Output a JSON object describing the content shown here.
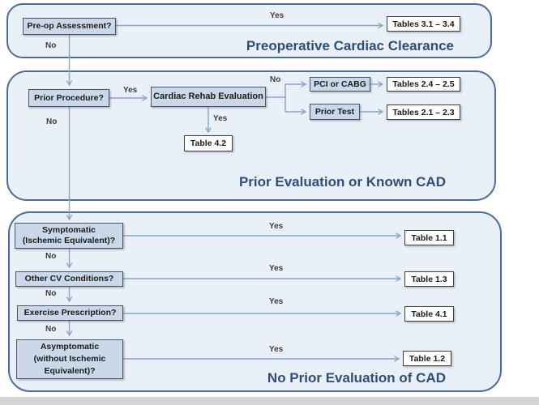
{
  "sections": [
    {
      "title": "Preoperative Cardiac Clearance"
    },
    {
      "title": "Prior Evaluation or Known CAD"
    },
    {
      "title": "No Prior Evaluation of CAD"
    }
  ],
  "labels": {
    "yes": "Yes",
    "no": "No"
  },
  "nodes": {
    "preop_assessment": "Pre-op Assessment?",
    "prior_procedure": "Prior Procedure?",
    "cardiac_rehab_evaluation": "Cardiac Rehab Evaluation",
    "pci_or_cabg": "PCI or CABG",
    "prior_test": "Prior Test",
    "symptomatic": "Symptomatic\n(Ischemic Equivalent)?",
    "other_cv_conditions": "Other CV Conditions?",
    "exercise_prescription": "Exercise Prescription?",
    "asymptomatic": "Asymptomatic\n(without Ischemic\nEquivalent)?"
  },
  "tables": {
    "t31_34": "Tables 3.1 – 3.4",
    "t24_25": "Tables 2.4 – 2.5",
    "t21_23": "Tables 2.1 – 2.3",
    "t42": "Table 4.2",
    "t11": "Table 1.1",
    "t13": "Table 1.3",
    "t41": "Table 4.1",
    "t12": "Table 1.2"
  },
  "edges": [
    {
      "from": "Pre-op Assessment?",
      "to": "Tables 3.1 – 3.4",
      "label": "Yes"
    },
    {
      "from": "Pre-op Assessment?",
      "to": "Prior Procedure?",
      "label": "No"
    },
    {
      "from": "Prior Procedure?",
      "to": "Cardiac Rehab Evaluation",
      "label": "Yes"
    },
    {
      "from": "Cardiac Rehab Evaluation",
      "to": "PCI or CABG",
      "label": "No"
    },
    {
      "from": "Cardiac Rehab Evaluation",
      "to": "Prior Test",
      "label": "No"
    },
    {
      "from": "Cardiac Rehab Evaluation",
      "to": "Table 4.2",
      "label": "Yes"
    },
    {
      "from": "PCI or CABG",
      "to": "Tables 2.4 – 2.5",
      "label": ""
    },
    {
      "from": "Prior Test",
      "to": "Tables 2.1 – 2.3",
      "label": ""
    },
    {
      "from": "Prior Procedure?",
      "to": "Symptomatic (Ischemic Equivalent)?",
      "label": "No"
    },
    {
      "from": "Symptomatic (Ischemic Equivalent)?",
      "to": "Table 1.1",
      "label": "Yes"
    },
    {
      "from": "Symptomatic (Ischemic Equivalent)?",
      "to": "Other CV Conditions?",
      "label": "No"
    },
    {
      "from": "Other CV Conditions?",
      "to": "Table 1.3",
      "label": "Yes"
    },
    {
      "from": "Other CV Conditions?",
      "to": "Exercise Prescription?",
      "label": "No"
    },
    {
      "from": "Exercise Prescription?",
      "to": "Table 4.1",
      "label": "Yes"
    },
    {
      "from": "Exercise Prescription?",
      "to": "Asymptomatic (without Ischemic Equivalent)?",
      "label": "No"
    },
    {
      "from": "Asymptomatic (without Ischemic Equivalent)?",
      "to": "Table 1.2",
      "label": "Yes"
    }
  ],
  "colors": {
    "section_fill": "#eaf0f8",
    "section_border": "#4d6c9e",
    "decision_fill": "#cbd8ea",
    "connector": "#8aa4ca",
    "title_text": "#2e4d7d"
  }
}
